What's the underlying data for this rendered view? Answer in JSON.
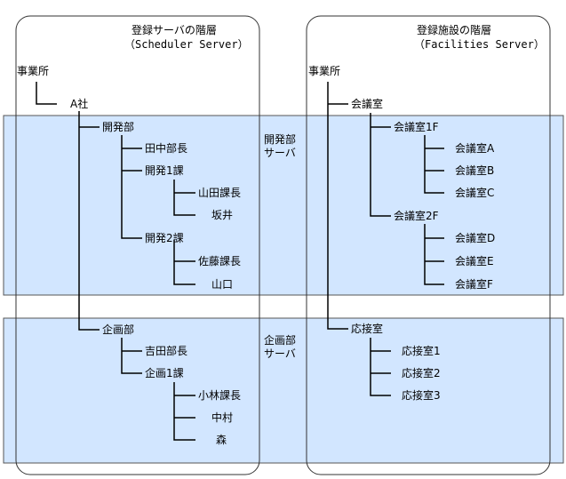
{
  "left_panel": {
    "title": "登録サーバの階層",
    "subtitle": "（Scheduler Server）",
    "root": "事業所",
    "company": "A社",
    "dept1": {
      "name": "開発部",
      "children": [
        "田中部長",
        "開発1課",
        "山田課長",
        "坂井",
        "開発2課",
        "佐藤課長",
        "山口"
      ]
    },
    "dept2": {
      "name": "企画部",
      "children": [
        "吉田部長",
        "企画1課",
        "小林課長",
        "中村",
        "森"
      ]
    }
  },
  "right_panel": {
    "title": "登録施設の階層",
    "subtitle": "（Facilities Server）",
    "root": "事業所",
    "group1": {
      "name": "会議室",
      "children": [
        "会議室1F",
        "会議室A",
        "会議室B",
        "会議室C",
        "会議室2F",
        "会議室D",
        "会議室E",
        "会議室F"
      ]
    },
    "group2": {
      "name": "応接室",
      "children": [
        "応接室1",
        "応接室2",
        "応接室3"
      ]
    }
  },
  "band_labels": {
    "band1": [
      "開発部",
      "サーバ"
    ],
    "band2": [
      "企画部",
      "サーバ"
    ]
  },
  "colors": {
    "band_fill": "#d2e6ff",
    "line": "#000000",
    "border": "#333333"
  }
}
